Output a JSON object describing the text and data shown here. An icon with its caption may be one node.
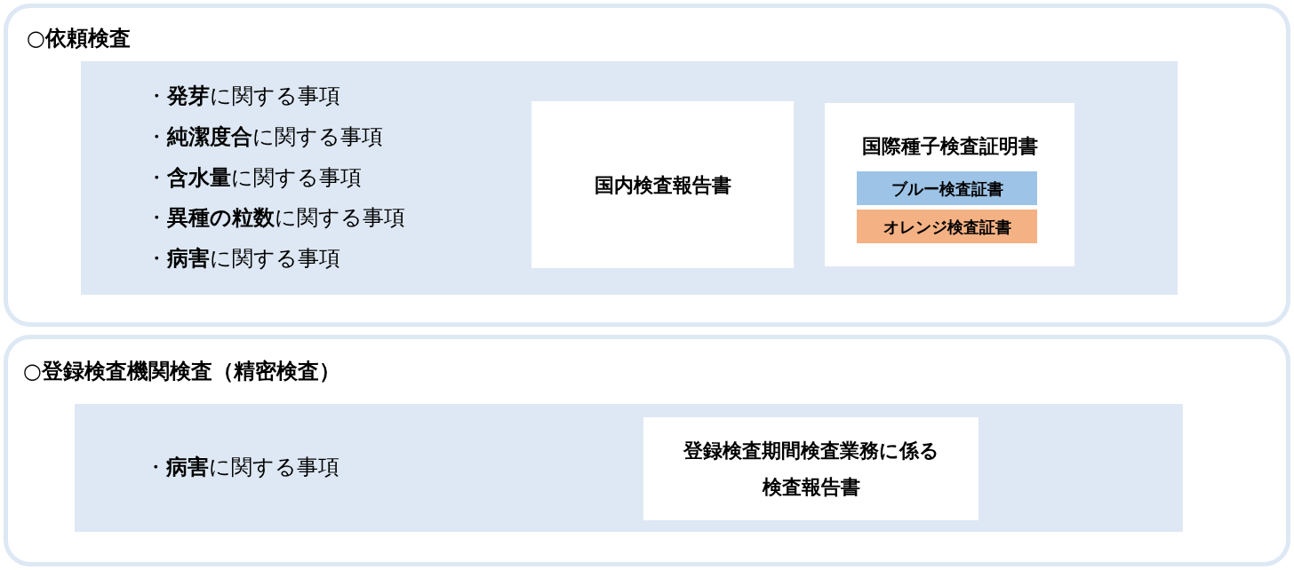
{
  "diagram": {
    "nodes": [
      {
        "text": [
          "○依頼検査"
        ]
      },
      {
        "text": [
          "・**発芽**に関する事項",
          "・**純潔度合**に関する事項",
          "・**含水量**に関する事項",
          "・**異種の粒数**に関する事項",
          "・**病害**に関する事項"
        ],
        "in": 0
      },
      {
        "text": [
          "国内検査報告書"
        ],
        "in": 1
      },
      {
        "text": [
          "国際種子検査証明書"
        ],
        "in": 1
      },
      {
        "text": [
          "ブルー検査証書"
        ],
        "in": 3
      },
      {
        "text": [
          "オレンジ検査証書"
        ],
        "in": 3
      },
      {
        "text": [
          "○登録検査機関検査（精密検査）"
        ]
      },
      {
        "text": [
          "・**病害**に関する事項"
        ],
        "in": 6
      },
      {
        "text": [
          "登録検査期間検査業務に係る検査報告書"
        ],
        "in": 7
      }
    ]
  }
}
